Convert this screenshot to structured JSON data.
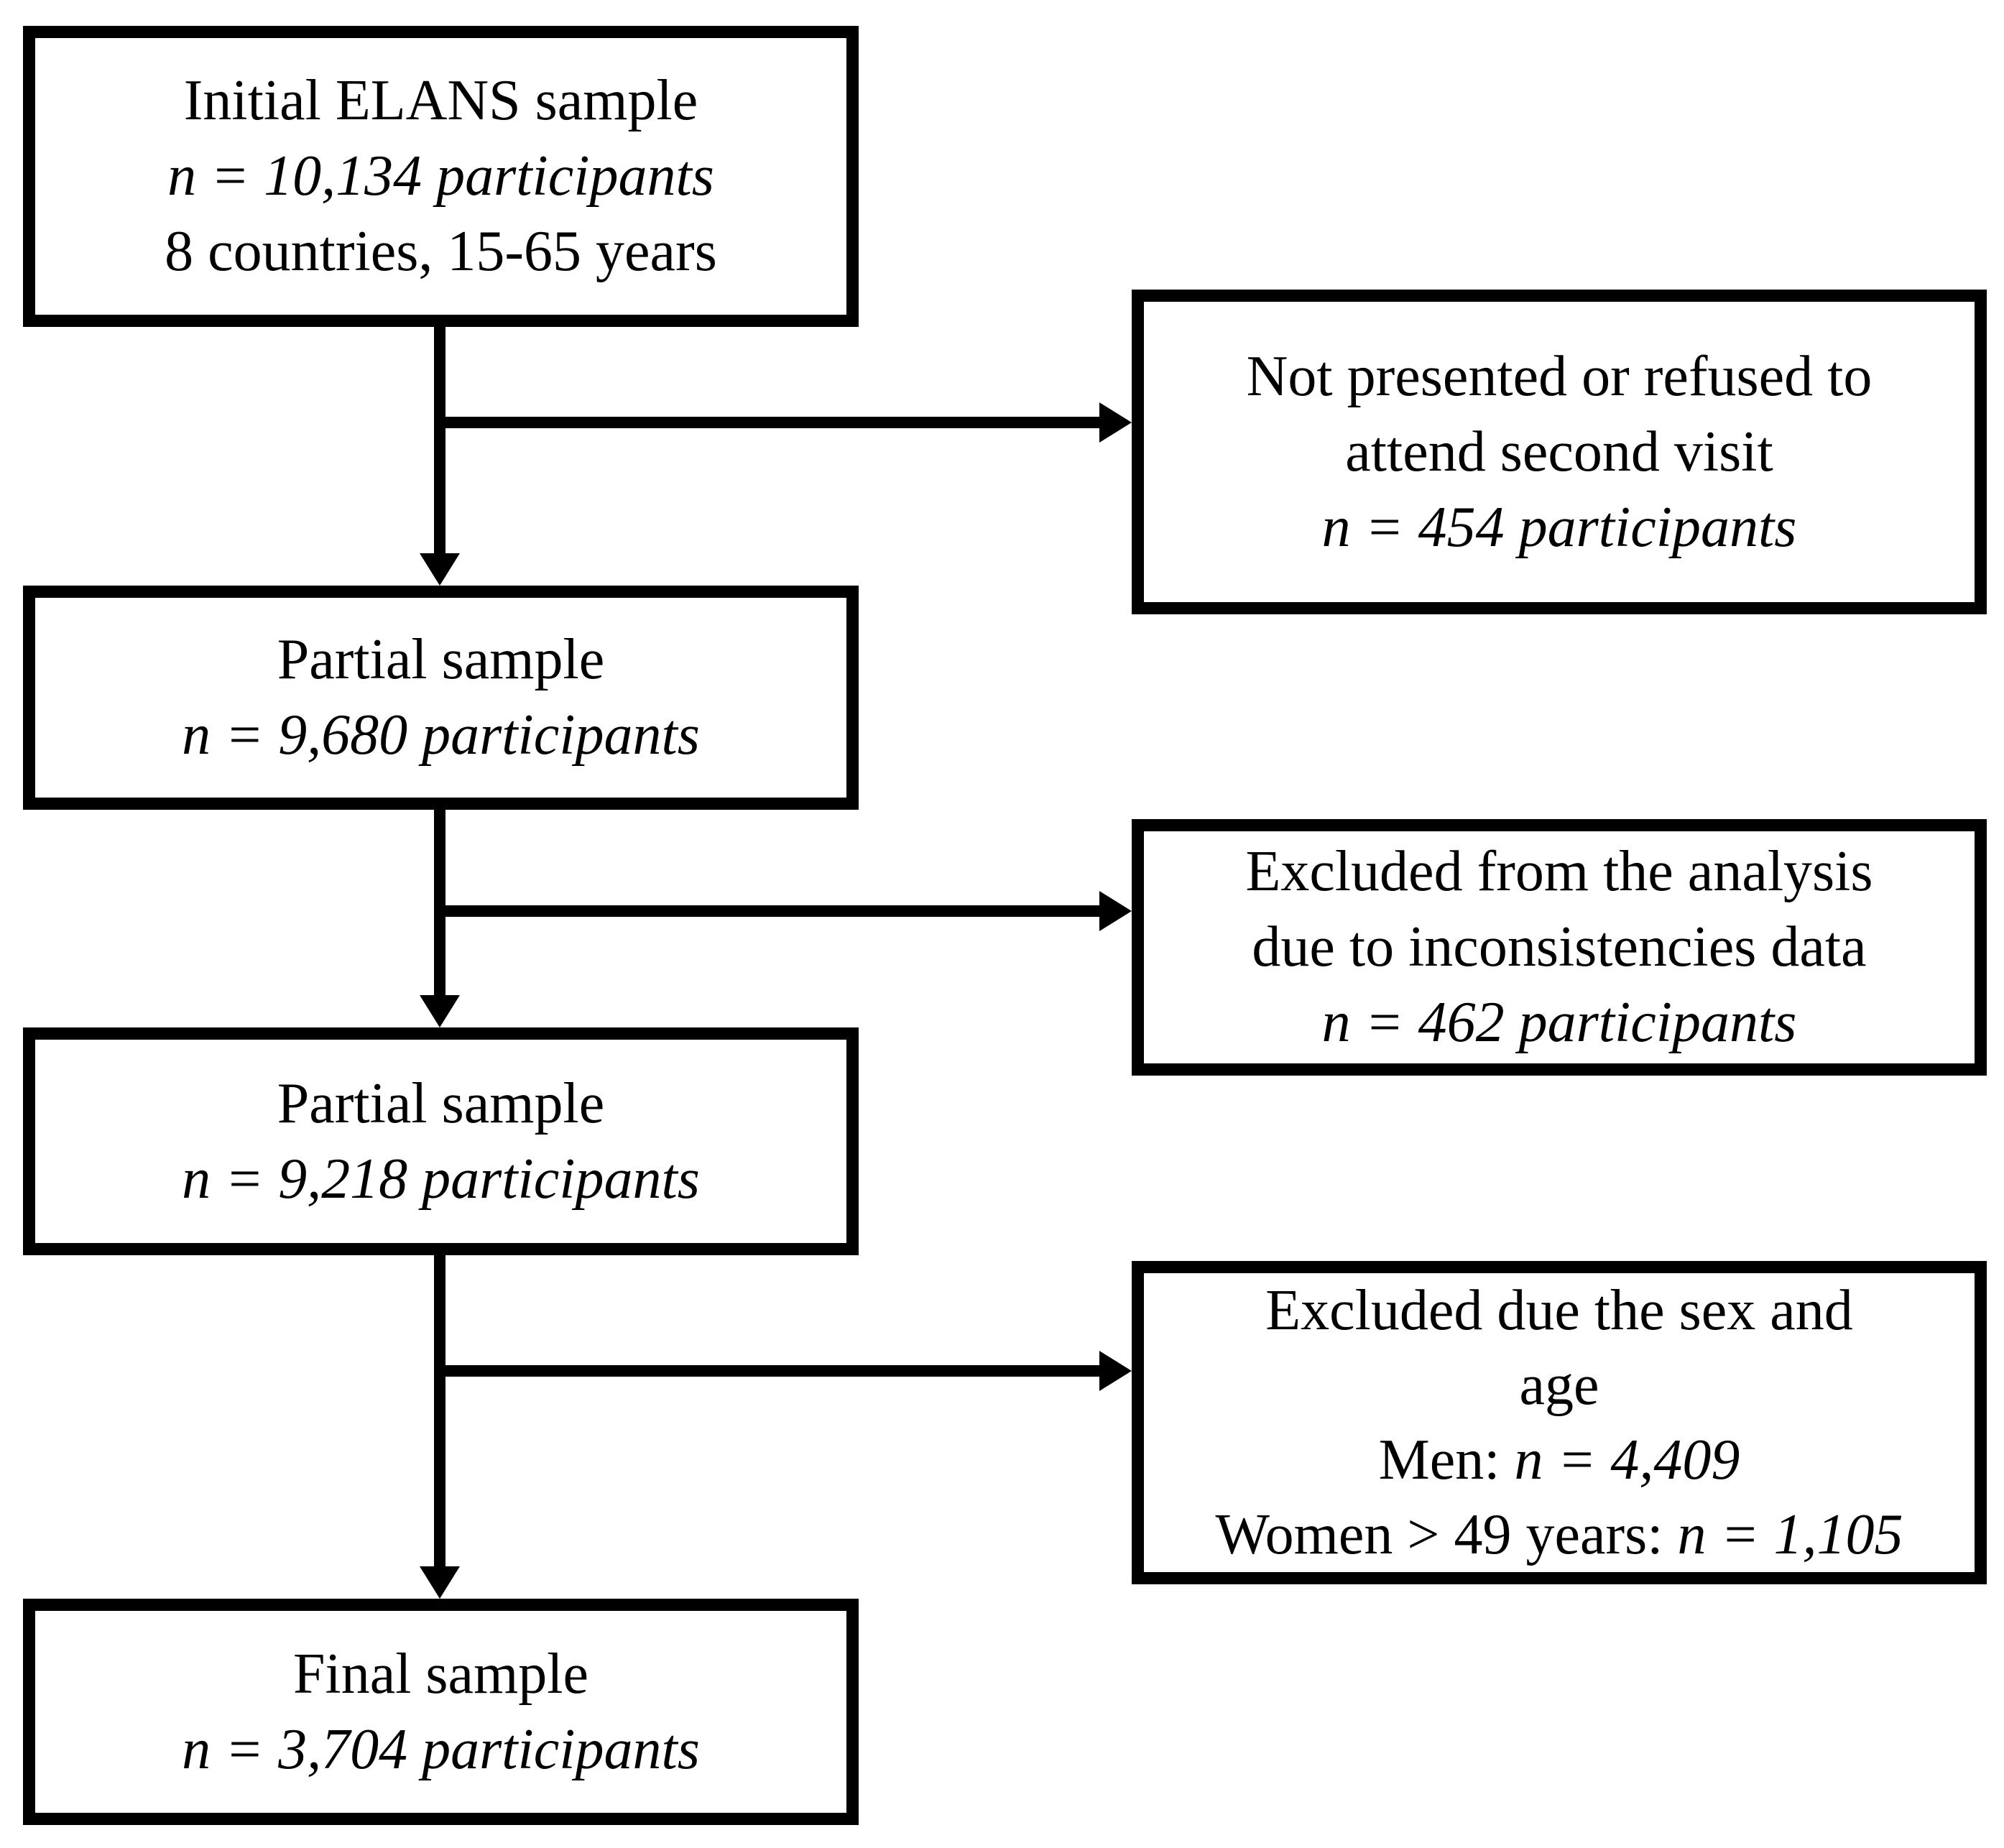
{
  "colors": {
    "border": "#000000",
    "background": "#ffffff",
    "text": "#000000"
  },
  "flowchart": {
    "initial": {
      "line1": "Initial ELANS sample",
      "line2": "n = 10,134 participants",
      "line3": "8 countries, 15-65 years"
    },
    "not_presented": {
      "line1": "Not presented or refused to",
      "line2": "attend second visit",
      "line3": "n = 454 participants"
    },
    "partial_1": {
      "line1": "Partial sample",
      "line2": "n = 9,680 participants"
    },
    "excluded_inconsistencies": {
      "line1": "Excluded from the analysis",
      "line2": "due to inconsistencies data",
      "line3": "n = 462 participants"
    },
    "partial_2": {
      "line1": "Partial sample",
      "line2": "n = 9,218 participants"
    },
    "excluded_sex_age": {
      "line1": "Excluded due the sex and",
      "line2": "age",
      "line3_prefix": "Men: ",
      "line3_value": "n = 4,409",
      "line4_prefix": "Women > 49 years: ",
      "line4_value": "n = 1,105"
    },
    "final": {
      "line1": "Final sample",
      "line2": "n = 3,704 participants"
    }
  }
}
